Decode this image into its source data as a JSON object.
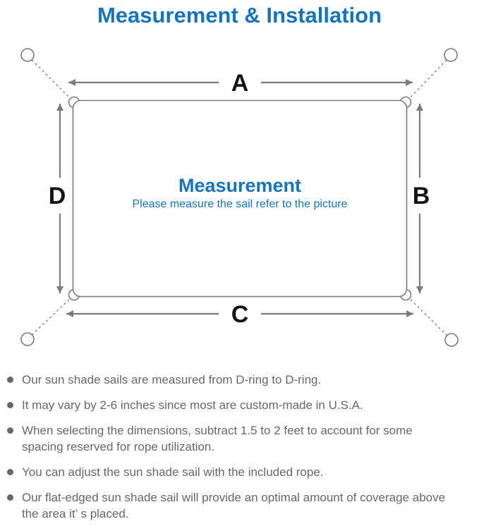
{
  "page_title": "Measurement & Installation",
  "diagram": {
    "labels": {
      "a": "A",
      "b": "B",
      "c": "C",
      "d": "D"
    },
    "center_title": "Measurement",
    "center_subtitle": "Please measure the sail refer to the picture"
  },
  "bullets": [
    "Our sun shade sails are measured from D-ring to D-ring.",
    "It may vary by 2-6 inches since most are custom-made in U.S.A.",
    "When selecting the dimensions, subtract 1.5 to 2 feet to account for some spacing reserved for rope utilization.",
    "You can adjust the sun shade sail with the included rope.",
    "Our flat-edged sun shade sail will provide an optimal amount of coverage above the area it’ s placed."
  ],
  "colors": {
    "accent-blue": "#1574bc",
    "line-gray": "#7b7b7b",
    "text-gray": "#676767",
    "label-black": "#151515"
  }
}
